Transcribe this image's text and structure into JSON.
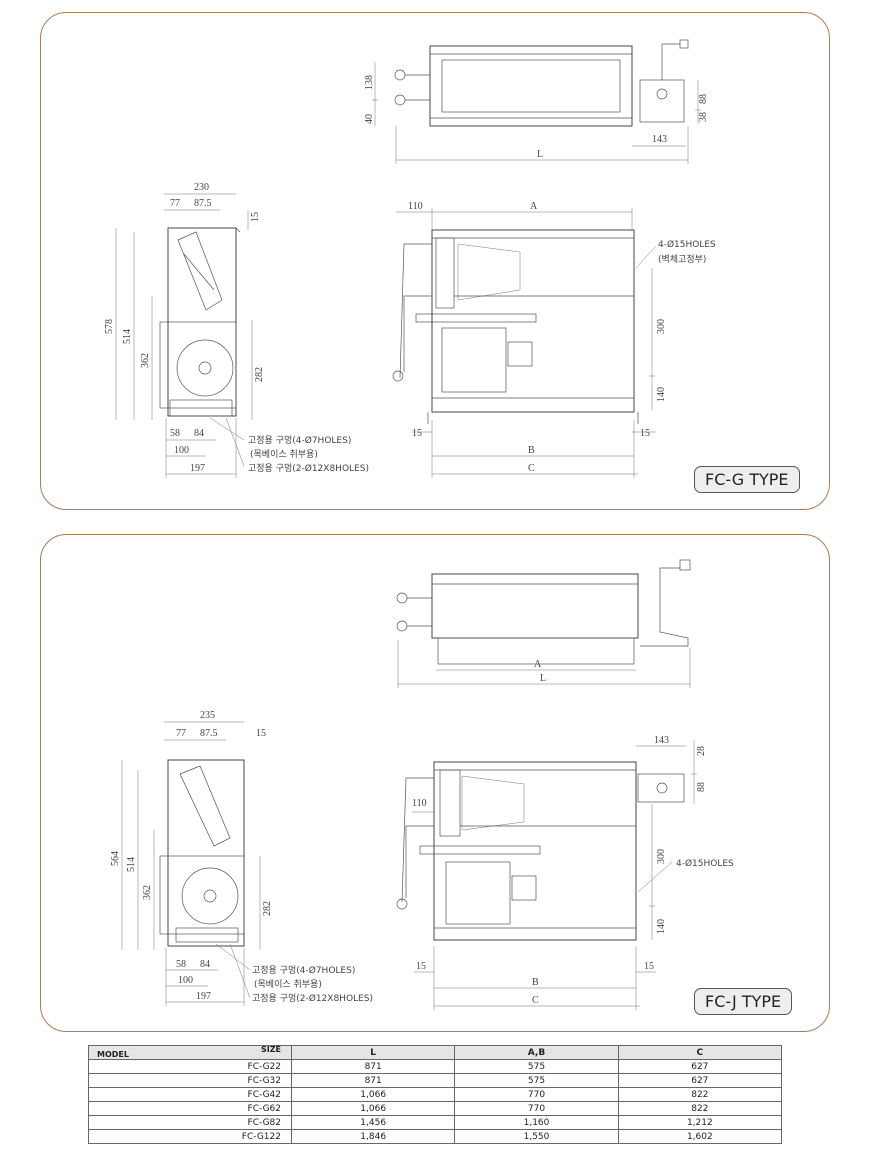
{
  "fc_g": {
    "badge": "FC-G TYPE",
    "top_view": {
      "h1": "138",
      "h2": "40",
      "r1": "88",
      "r2": "38",
      "box": "143",
      "length": "L"
    },
    "side_view": {
      "width": "230",
      "w1": "77",
      "w2": "87.5",
      "t": "15",
      "h_total": "578",
      "h1": "514",
      "h2": "362",
      "h3": "282",
      "b1": "58",
      "b2": "84",
      "b3": "100",
      "b4": "197"
    },
    "front_view": {
      "left": "110",
      "a": "A",
      "holes": "4-Ø15HOLES",
      "holes_note": "(벽체고정부)",
      "h300": "300",
      "h140": "140",
      "m1": "15",
      "m2": "15",
      "b": "B",
      "c": "C"
    },
    "notes": {
      "n1": "고정용 구멍(4-Ø7HOLES)",
      "n2": "(목베이스 취부용)",
      "n3": "고정용 구멍(2-Ø12X8HOLES)"
    }
  },
  "fc_j": {
    "badge": "FC-J TYPE",
    "top_view": {
      "a": "A",
      "length": "L"
    },
    "side_view": {
      "width": "235",
      "w1": "77",
      "w2": "87.5",
      "t": "15",
      "h_total": "564",
      "h1": "514",
      "h2": "362",
      "h3": "282",
      "b1": "58",
      "b2": "84",
      "b3": "100",
      "b4": "197"
    },
    "front_view": {
      "box": "143",
      "r1": "28",
      "r2": "88",
      "left": "110",
      "holes": "4-Ø15HOLES",
      "h300": "300",
      "h140": "140",
      "m1": "15",
      "m2": "15",
      "b": "B",
      "c": "C"
    },
    "notes": {
      "n1": "고정용 구멍(4-Ø7HOLES)",
      "n2": "(목베이스 취부용)",
      "n3": "고정용 구멍(2-Ø12X8HOLES)"
    }
  },
  "table": {
    "size_label": "SIZE",
    "model_label": "MODEL",
    "columns": [
      "L",
      "A,B",
      "C"
    ],
    "rows": [
      {
        "model": "FC-G22",
        "l": "871",
        "ab": "575",
        "c": "627"
      },
      {
        "model": "FC-G32",
        "l": "871",
        "ab": "575",
        "c": "627"
      },
      {
        "model": "FC-G42",
        "l": "1,066",
        "ab": "770",
        "c": "822"
      },
      {
        "model": "FC-G62",
        "l": "1,066",
        "ab": "770",
        "c": "822"
      },
      {
        "model": "FC-G82",
        "l": "1,456",
        "ab": "1,160",
        "c": "1,212"
      },
      {
        "model": "FC-G122",
        "l": "1,846",
        "ab": "1,550",
        "c": "1,602"
      }
    ]
  }
}
